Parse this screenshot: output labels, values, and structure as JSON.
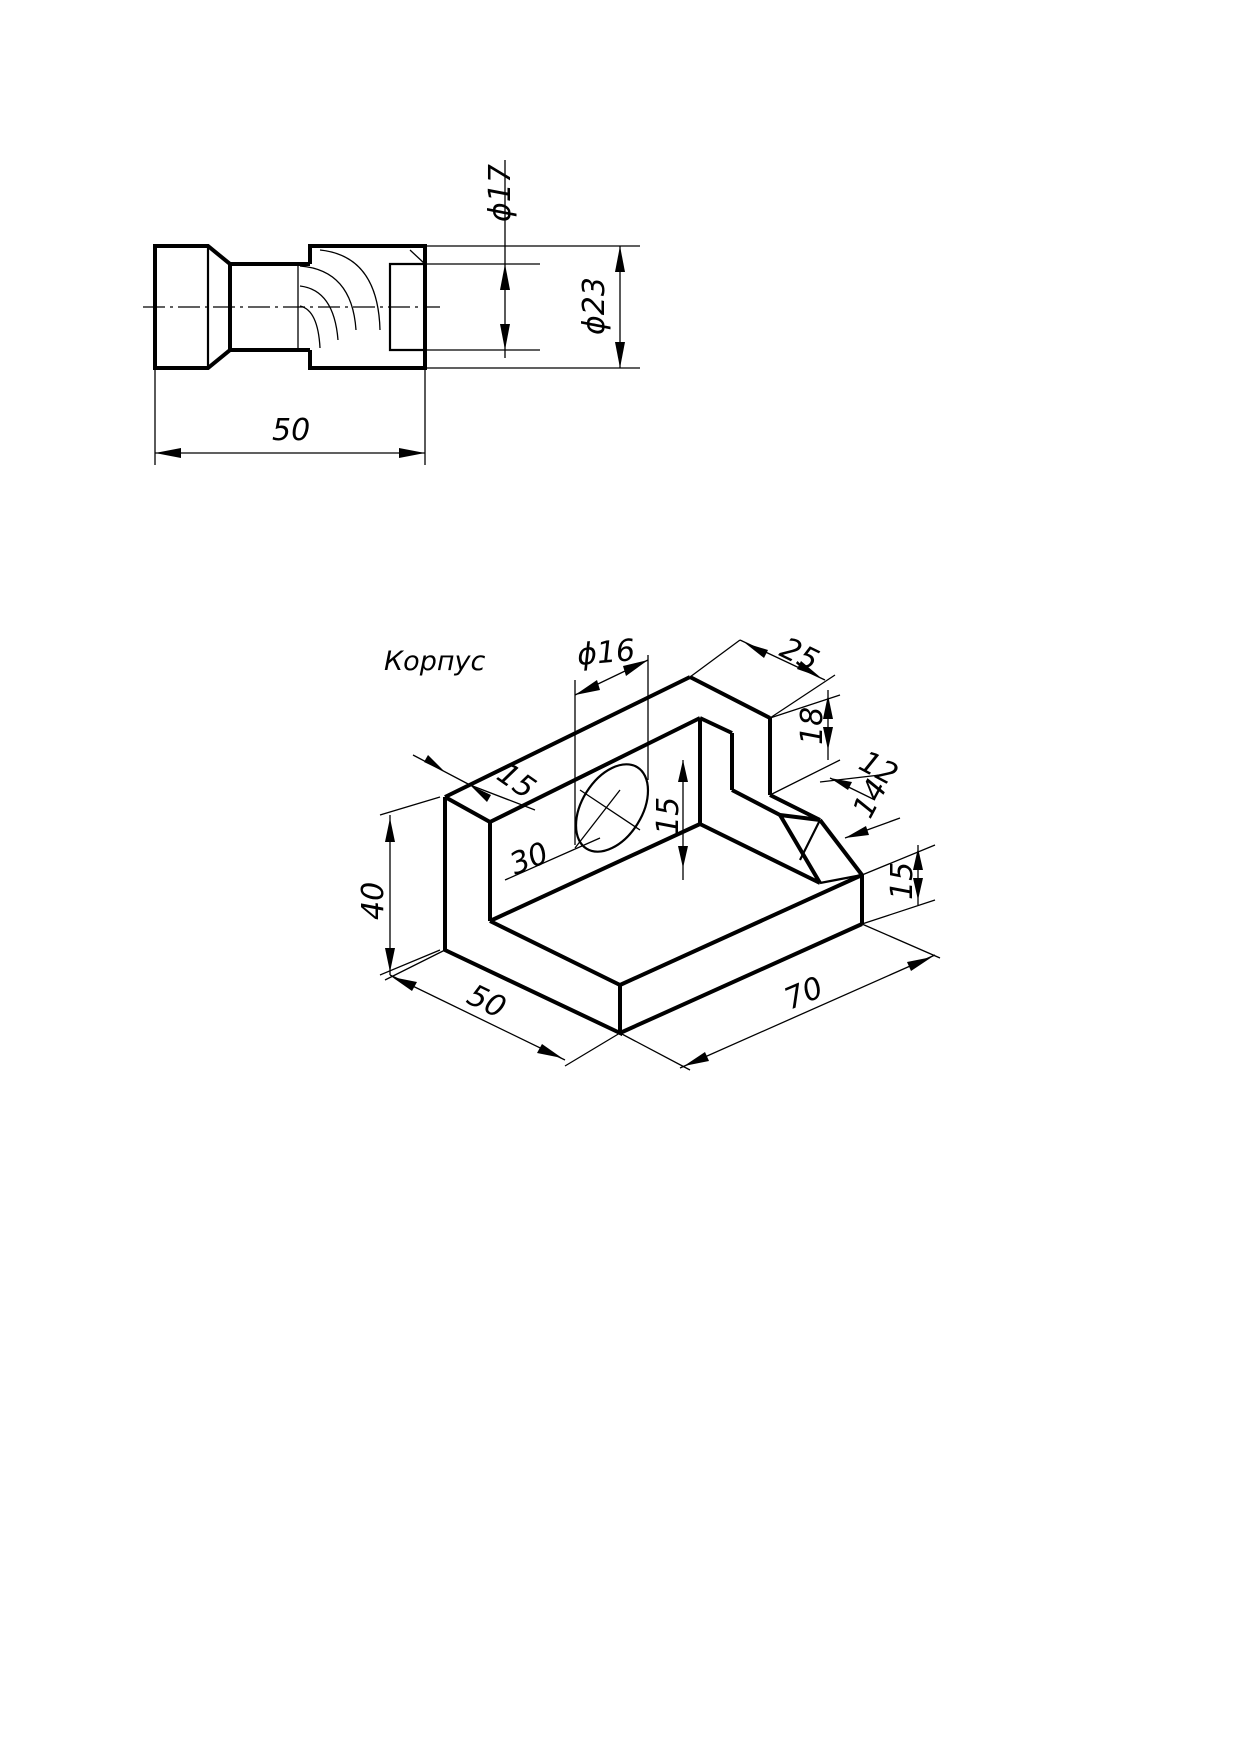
{
  "drawing1": {
    "dim_diameter_small": "ϕ17",
    "dim_diameter_large": "ϕ23",
    "dim_length": "50"
  },
  "drawing2": {
    "title": "Корпус",
    "dim_hole_diameter": "ϕ16",
    "dim_top_width": "25",
    "dim_step_height": "18",
    "dim_step_width": "12",
    "dim_chamfer": "14",
    "dim_base_height": "15",
    "dim_wall_thickness": "15",
    "dim_hole_height": "15",
    "dim_hole_offset": "30",
    "dim_total_height": "40",
    "dim_depth": "50",
    "dim_length": "70"
  }
}
